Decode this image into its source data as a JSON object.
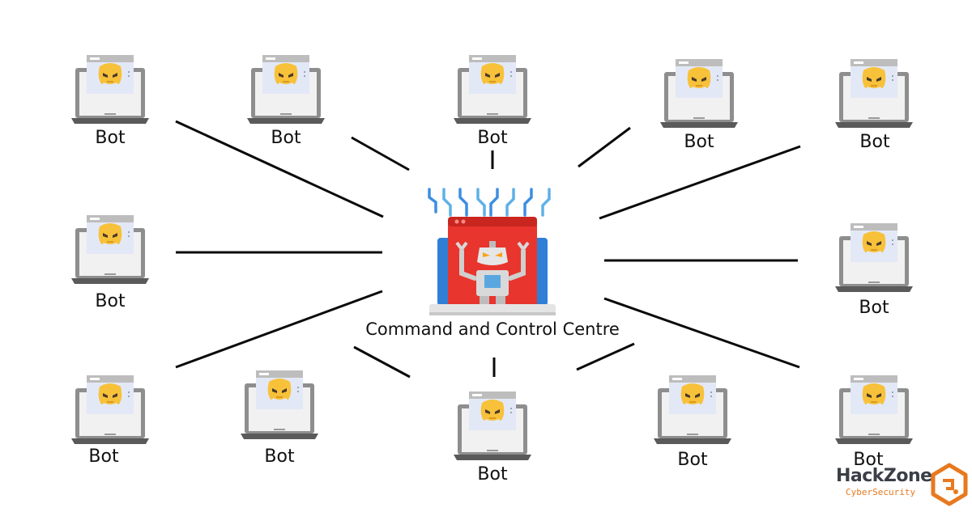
{
  "center": {
    "label": "Command and Control Centre"
  },
  "bots": [
    {
      "label": "Bot"
    },
    {
      "label": "Bot"
    },
    {
      "label": "Bot"
    },
    {
      "label": "Bot"
    },
    {
      "label": "Bot"
    },
    {
      "label": "Bot"
    },
    {
      "label": "Bot"
    },
    {
      "label": "Bot"
    },
    {
      "label": "Bot"
    },
    {
      "label": "Bot"
    },
    {
      "label": "Bot"
    },
    {
      "label": "Bot"
    }
  ],
  "logo": {
    "name": "HackZone",
    "tagline": "CyberSecurity"
  },
  "colors": {
    "line": "#0a0a0a",
    "laptop_frame": "#8e8e8e",
    "laptop_base": "#5a5a5a",
    "screen": "#f1f1f1",
    "window_bar": "#bdbdbd",
    "window_body": "#e3e8f6",
    "bot_face": "#f7c13a",
    "server_red": "#e8352d",
    "server_blue": "#2f7fd6",
    "signal_blue": "#3d8ee0",
    "logo_orange": "#e8791e"
  },
  "icons": {
    "bot": "laptop-bot-icon",
    "center": "robot-server-icon",
    "logo": "hackzone-logo-mark"
  }
}
